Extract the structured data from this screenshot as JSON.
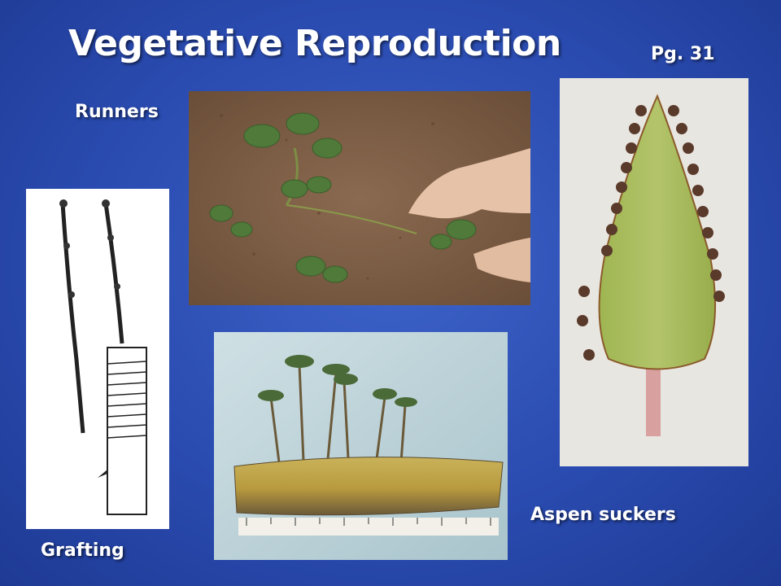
{
  "slide": {
    "title": "Vegetative Reproduction",
    "page_number": "Pg. 31",
    "labels": {
      "runners": "Runners",
      "grafting": "Grafting",
      "aspen_suckers": "Aspen suckers"
    }
  },
  "colors": {
    "background": "#2a4bb0",
    "text": "#ffffff",
    "soil": "#7a5c44",
    "leaf_green": "#a6b95a"
  }
}
